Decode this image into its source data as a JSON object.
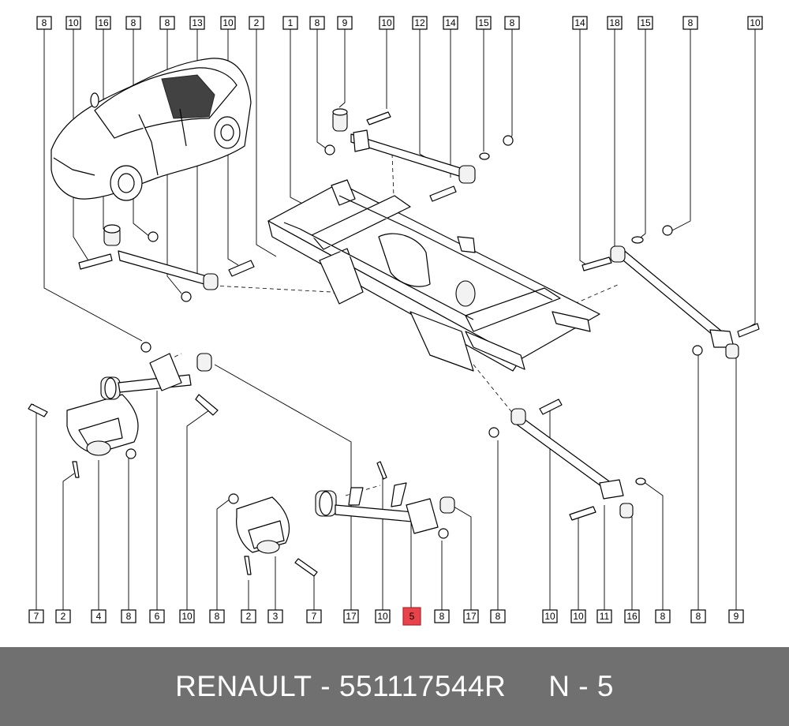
{
  "callouts_top": [
    "8",
    "10",
    "16",
    "8",
    "8",
    "13",
    "10",
    "2",
    "1",
    "8",
    "9",
    "10",
    "12",
    "14",
    "15",
    "8",
    "14",
    "18",
    "15",
    "8",
    "10"
  ],
  "callouts_bottom": [
    "7",
    "2",
    "4",
    "8",
    "6",
    "10",
    "8",
    "2",
    "3",
    "7",
    "17",
    "10",
    "5",
    "8",
    "17",
    "8",
    "10",
    "10",
    "11",
    "16",
    "8",
    "8",
    "9"
  ],
  "highlighted_callout": "5",
  "footer": {
    "brand": "RENAULT",
    "separator": " - ",
    "part_number": "551117544R",
    "gap": "     ",
    "item_label": "N - 5"
  }
}
